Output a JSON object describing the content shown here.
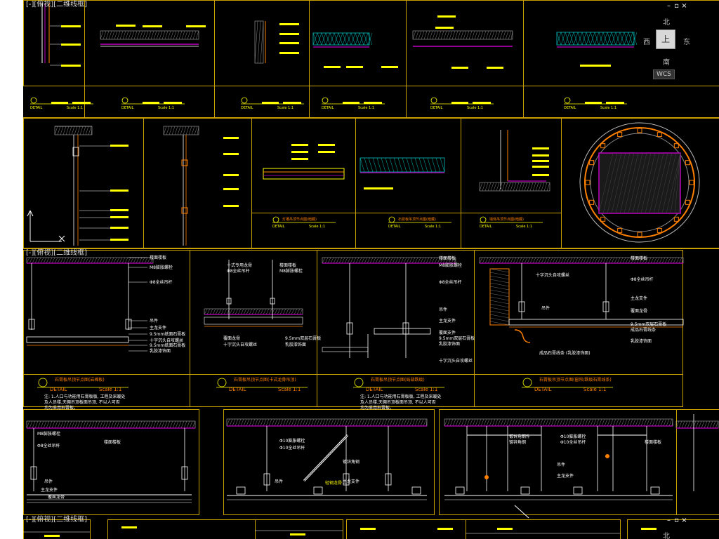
{
  "viewports": [
    {
      "label": "[-][俯视][二维线框]"
    },
    {
      "label": "[-][俯视][二维线框]"
    },
    {
      "label": "[-][俯视][二维线框]"
    }
  ],
  "viewcube": {
    "top": "上",
    "north": "北",
    "south": "南",
    "east": "东",
    "west": "西",
    "wcs": "WCS",
    "north_lower": "北"
  },
  "window_controls": {
    "minimize": "–",
    "restore": "▫",
    "close": "×"
  },
  "details": {
    "caption_word": "DETAIL",
    "scale": "Scale 1:1",
    "row3": [
      {
        "title": "石膏板吊顶节点图(岩棉板)",
        "note": "注: 1.人口与功能用石膏板板, 工程及采暖处\n及人员楼,天棚吊顶板面吊顶, 不以人可否\n均为采用石膏板。"
      },
      {
        "title": "石膏板吊顶节点图(卡式龙骨吊顶)",
        "note": ""
      },
      {
        "title": "石膏板吊顶节点图(局部跌级)",
        "note": "注: 1.人口与功能用石膏板板, 工程及采暖处\n及人员楼,天棚吊顶板面吊顶, 不以人可否\n均为采用石膏板。"
      },
      {
        "title": "石膏板吊顶节点图(窗帘/跌级石膏线条)",
        "note": ""
      }
    ],
    "row3_labels": {
      "a": [
        "楼面楼板",
        "M8膨胀螺栓",
        "Φ8全丝吊杆",
        "吊件",
        "主龙支件",
        "9.5mm纸面石膏板",
        "十字沉头自攻螺丝",
        "9.5mm纸面石膏板",
        "乳胶漆饰面"
      ],
      "b": [
        "十式专用龙骨",
        "Φ8全丝吊杆",
        "楼面楼板",
        "M8膨胀螺栓",
        "覆面龙骨",
        "十字沉头自攻螺丝",
        "9.5mm双层石膏板",
        "乳胶漆饰面"
      ],
      "c": [
        "楼面楼板",
        "M8膨胀螺栓",
        "Φ8全丝吊杆",
        "吊件",
        "主龙支件",
        "覆面支件",
        "9.5mm双层石膏板",
        "乳胶漆饰面",
        "十字沉头自攻螺丝"
      ],
      "d": [
        "楼面楼板",
        "十字沉头自攻螺丝",
        "Φ8全丝吊杆",
        "主龙支件",
        "吊件",
        "覆面龙骨",
        "9.5mm双层石膏板",
        "成品石膏线条",
        "乳胶漆饰面",
        "成品石膏线条 (乳胶漆饰面)"
      ]
    },
    "row4_labels": {
      "a": [
        "M8膨胀螺栓",
        "楼面楼板",
        "Φ8全丝吊杆",
        "吊件",
        "主龙支件",
        "覆面龙骨"
      ],
      "b": [
        "Φ10膨胀螺栓",
        "Φ10全丝吊杆",
        "镀锌角钢",
        "吊件",
        "主龙支件",
        "轻钢龙骨"
      ],
      "c": [
        "镀锌角钢件",
        "镀锌角钢",
        "Φ10膨胀螺栓",
        "Φ10全丝吊杆",
        "楼面楼板",
        "吊件",
        "主龙支件"
      ]
    },
    "row2": [
      {
        "title": "灯槽吊顶节点图(暗藏)",
        "scale": "Scale 1:1"
      },
      {
        "title": "石膏板吊顶节点图(暗藏)",
        "scale": "Scale 1:1"
      },
      {
        "title": "墙体吊顶节点图(暗藏)",
        "scale": "Scale 1:1"
      }
    ]
  },
  "colors": {
    "background": "#000000",
    "frame": "#c8a000",
    "yellow": "#ffff00",
    "magenta": "#c000c0",
    "white": "#ffffff",
    "cyan": "#00c0c0",
    "orange": "#ff8000"
  }
}
